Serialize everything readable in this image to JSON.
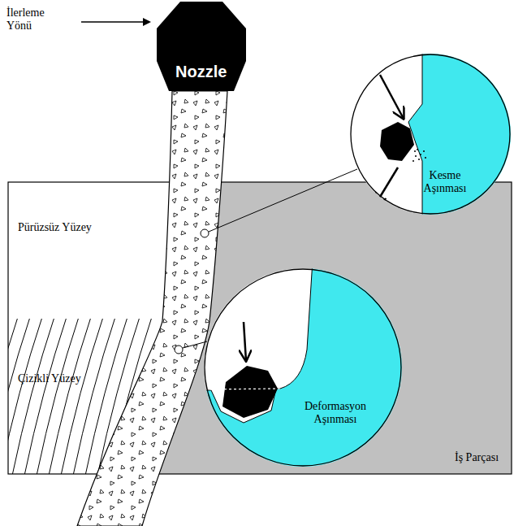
{
  "diagram": {
    "nodes": [
      {
        "text": [
          "Nozzle"
        ]
      },
      {
        "text": [
          "Kesme Aşınması"
        ]
      },
      {
        "text": [
          "Deformasyon Aşınması"
        ]
      }
    ],
    "labels": [
      "İlerleme Yönü",
      "Pürüzsüz Yüzey",
      "Çizikli Yüzey",
      "İş Parçası"
    ]
  }
}
